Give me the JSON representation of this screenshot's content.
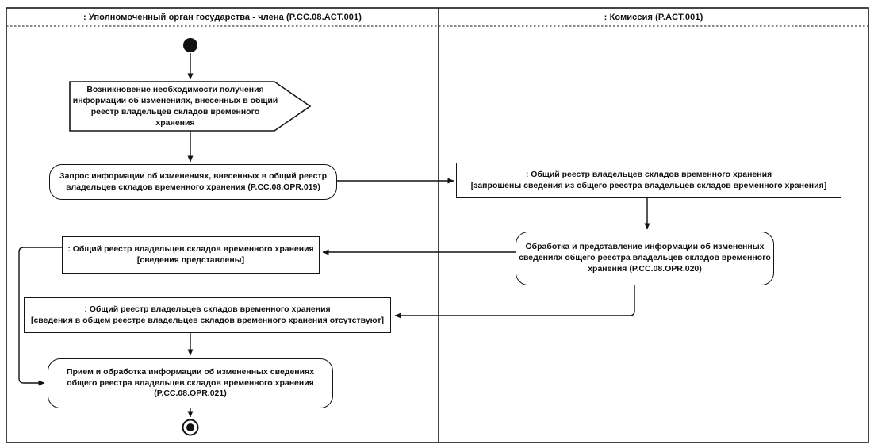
{
  "lanes": [
    {
      "label": ": Уполномоченный орган государства - члена (P.CC.08.ACT.001)"
    },
    {
      "label": ": Комиссия (P.ACT.001)"
    }
  ],
  "nodes": {
    "signal_event": {
      "lines": [
        "Возникновение необходимости получения",
        "информации об изменениях, внесенных в общий",
        "реестр владельцев складов временного хранения"
      ]
    },
    "request_activity": {
      "lines": [
        "Запрос информации об изменениях, внесенных в общий реестр",
        "владельцев складов временного хранения (P.CC.08.OPR.019)"
      ]
    },
    "registry_requested_object": {
      "lines": [
        ": Общий реестр владельцев складов временного хранения",
        "[запрошены сведения из общего реестра владельцев складов временного хранения]"
      ]
    },
    "process_activity": {
      "lines": [
        "Обработка и представление информации об измененных",
        "сведениях общего реестра владельцев складов временного",
        "хранения (P.CC.08.OPR.020)"
      ]
    },
    "registry_provided_object": {
      "lines": [
        ": Общий реестр владельцев складов временного хранения",
        "[сведения представлены]"
      ]
    },
    "registry_absent_object": {
      "lines": [
        ": Общий реестр владельцев складов временного хранения",
        "[сведения в общем реестре владельцев складов временного хранения отсутствуют]"
      ]
    },
    "receive_activity": {
      "lines": [
        "Прием и обработка информации об измененных сведениях",
        "общего реестра владельцев складов временного хранения",
        "(P.CC.08.OPR.021)"
      ]
    }
  },
  "colors": {
    "ink": "#111111",
    "background": "#ffffff"
  }
}
